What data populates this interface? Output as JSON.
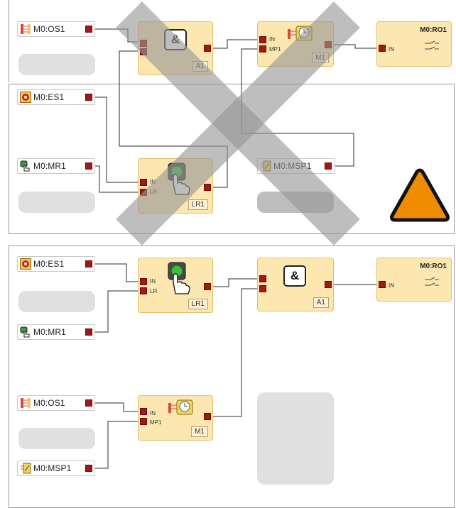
{
  "blocks": {
    "os1": "M0:OS1",
    "es1": "M0:ES1",
    "mr1": "M0:MR1",
    "msp1": "M0:MSP1",
    "ro1": "M0:RO1",
    "and_symbol": "&",
    "and_tag": "A1",
    "lr_tag": "LR1",
    "muting_tag": "M1",
    "pin_in": "IN",
    "pin_lr": "LR",
    "pin_mp1": "MP1"
  },
  "colors": {
    "pin": "#a01818",
    "function_block": "#fde7b0",
    "warning": "#f08c00",
    "cross": "#9a9a9a"
  },
  "icons": [
    "optical-sensor-icon",
    "emergency-stop-icon",
    "manual-reset-icon",
    "muting-sensor-icon",
    "and-gate-icon",
    "reset-button-hand-icon",
    "muting-timer-icon",
    "relay-output-icon",
    "warning-triangle-icon"
  ]
}
